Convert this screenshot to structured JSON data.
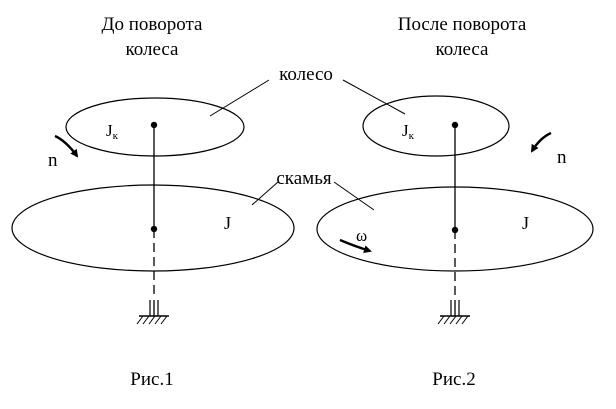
{
  "fig1": {
    "heading_line1": "До поворота",
    "heading_line2": "колеса",
    "wheel_label": "J",
    "wheel_label_sub": "к",
    "bench_label": "J",
    "rotation_label": "n",
    "caption": "Рис.1"
  },
  "fig2": {
    "heading_line1": "После поворота",
    "heading_line2": "колеса",
    "wheel_label": "J",
    "wheel_label_sub": "к",
    "bench_label": "J",
    "rotation_label": "n",
    "bench_rotation_label": "ω",
    "caption": "Рис.2"
  },
  "callouts": {
    "wheel": "колесо",
    "bench": "скамья"
  }
}
